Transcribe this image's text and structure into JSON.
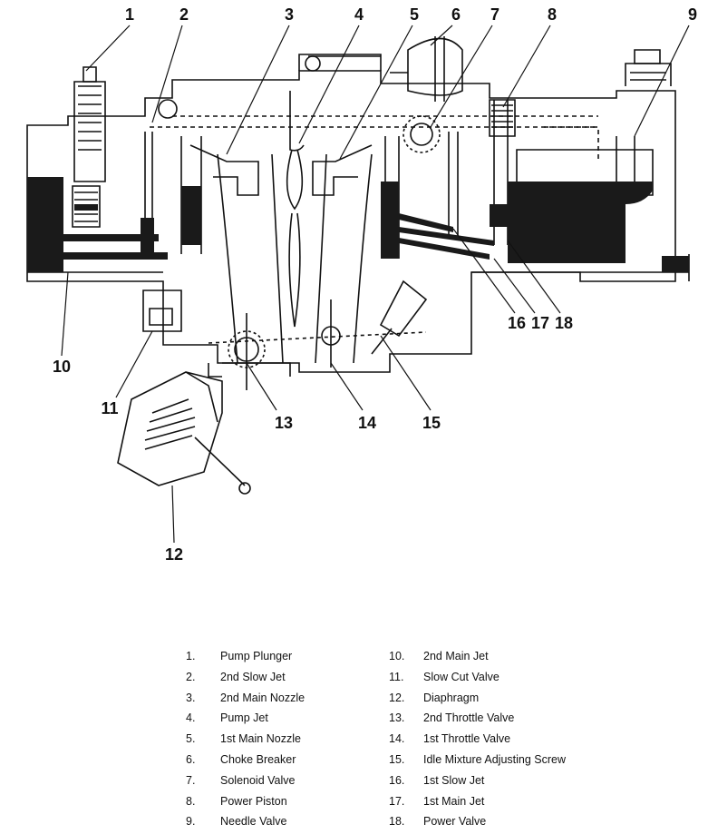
{
  "callouts": [
    "1",
    "2",
    "3",
    "4",
    "5",
    "6",
    "7",
    "8",
    "9",
    "10",
    "11",
    "12",
    "13",
    "14",
    "15",
    "16",
    "17",
    "18"
  ],
  "legend": {
    "left": [
      {
        "num": "1.",
        "name": "Pump Plunger"
      },
      {
        "num": "2.",
        "name": "2nd Slow Jet"
      },
      {
        "num": "3.",
        "name": "2nd Main Nozzle"
      },
      {
        "num": "4.",
        "name": "Pump Jet"
      },
      {
        "num": "5.",
        "name": "1st Main Nozzle"
      },
      {
        "num": "6.",
        "name": "Choke Breaker"
      },
      {
        "num": "7.",
        "name": "Solenoid Valve"
      },
      {
        "num": "8.",
        "name": "Power Piston"
      },
      {
        "num": "9.",
        "name": "Needle Valve"
      }
    ],
    "right": [
      {
        "num": "10.",
        "name": "2nd Main Jet"
      },
      {
        "num": "11.",
        "name": "Slow Cut Valve"
      },
      {
        "num": "12.",
        "name": "Diaphragm"
      },
      {
        "num": "13.",
        "name": "2nd Throttle Valve"
      },
      {
        "num": "14.",
        "name": "1st Throttle Valve"
      },
      {
        "num": "15.",
        "name": "Idle Mixture Adjusting Screw"
      },
      {
        "num": "16.",
        "name": "1st Slow Jet"
      },
      {
        "num": "17.",
        "name": "1st Main Jet"
      },
      {
        "num": "18.",
        "name": "Power Valve"
      }
    ]
  },
  "colors": {
    "ink": "#111111",
    "fuel": "#1a1a1a",
    "paper": "#ffffff"
  }
}
